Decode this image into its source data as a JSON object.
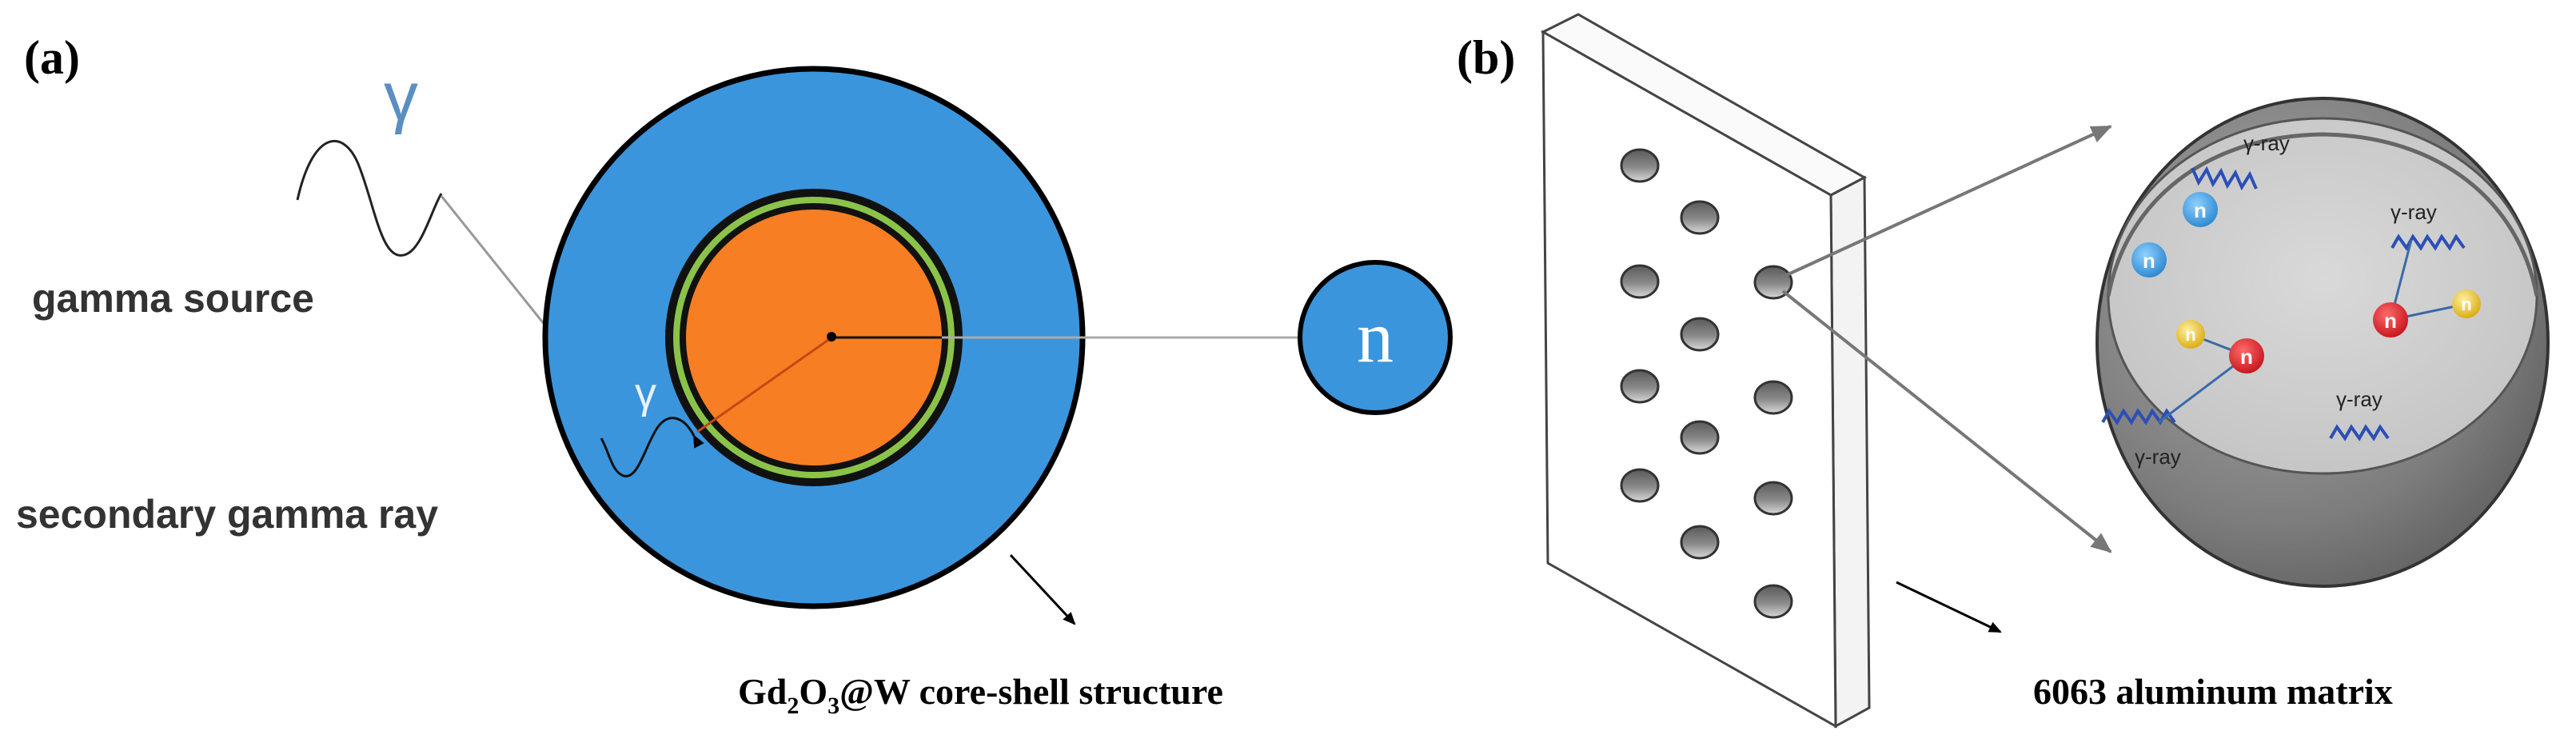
{
  "panel_a": {
    "label": "(a)",
    "gamma_symbol": "γ",
    "gamma_source_label": "gamma source",
    "secondary_gamma_label": "secondary gamma ray",
    "inner_gamma_symbol": "γ",
    "neutron_label": "n",
    "caption_prefix": "Gd",
    "caption_sub1": "2",
    "caption_mid": "O",
    "caption_sub2": "3",
    "caption_suffix": "@W core-shell structure"
  },
  "panel_b": {
    "label": "(b)",
    "neutron_label": "n",
    "ray_label": "γ-ray",
    "caption": "6063 aluminum matrix"
  },
  "colors": {
    "shell_blue": "#3a95dd",
    "core_orange": "#f77e22",
    "ring_green": "#8bc34a",
    "neutron_red": "#e0202a",
    "particle_yellow": "#f2c531",
    "light_blue_neutron": "#4aa8e6",
    "sphere_gray": "#8a8a8a",
    "sphere_inner": "#d0d0d0",
    "wave_blue": "#2c4fb7"
  }
}
